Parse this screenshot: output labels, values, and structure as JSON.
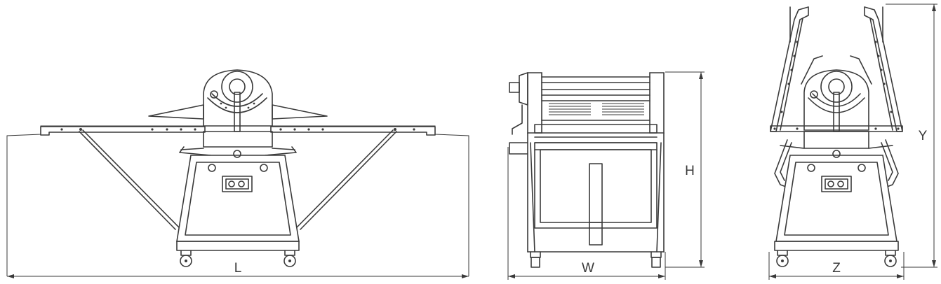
{
  "dimension_labels": {
    "length": "L",
    "width": "W",
    "height": "H",
    "depth_folded": "Z",
    "height_folded": "Y"
  }
}
